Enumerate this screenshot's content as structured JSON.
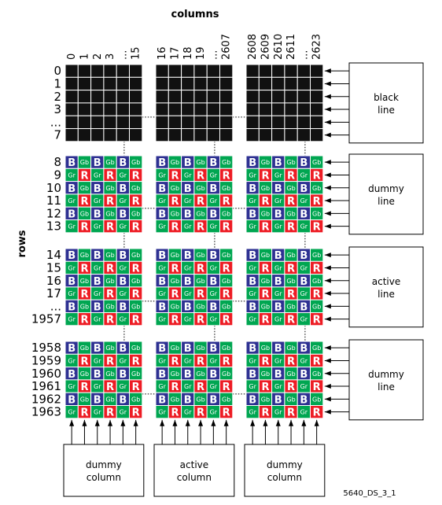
{
  "title": "columns",
  "side_label": "rows",
  "figure_ref": "5640_DS_3_1",
  "column_groups": [
    [
      "0",
      "1",
      "2",
      "3",
      "...",
      "15"
    ],
    [
      "16",
      "17",
      "18",
      "19",
      "...",
      "2607"
    ],
    [
      "2608",
      "2609",
      "2610",
      "2611",
      "...",
      "2623"
    ]
  ],
  "row_groups": [
    [
      "0",
      "1",
      "2",
      "3",
      "...",
      "7"
    ],
    [
      "8",
      "9",
      "10",
      "11",
      "12",
      "13"
    ],
    [
      "14",
      "15",
      "16",
      "17",
      "...",
      "1957"
    ],
    [
      "1958",
      "1959",
      "1960",
      "1961",
      "1962",
      "1963"
    ]
  ],
  "line_boxes": [
    {
      "lines": [
        "black",
        "line"
      ]
    },
    {
      "lines": [
        "dummy",
        "line"
      ]
    },
    {
      "lines": [
        "active",
        "line"
      ]
    },
    {
      "lines": [
        "dummy",
        "line"
      ]
    }
  ],
  "column_boxes": [
    {
      "lines": [
        "dummy",
        "column"
      ]
    },
    {
      "lines": [
        "active",
        "column"
      ]
    },
    {
      "lines": [
        "dummy",
        "column"
      ]
    }
  ],
  "cell_labels": {
    "blue": "B",
    "green_blue_row": "Gb",
    "green_red_row": "Gr",
    "red": "R"
  },
  "colors": {
    "black_pixel": "#111111",
    "blue": "#2e3192",
    "green": "#00a651",
    "red": "#ed1c24",
    "grid_line": "#ffffff"
  }
}
